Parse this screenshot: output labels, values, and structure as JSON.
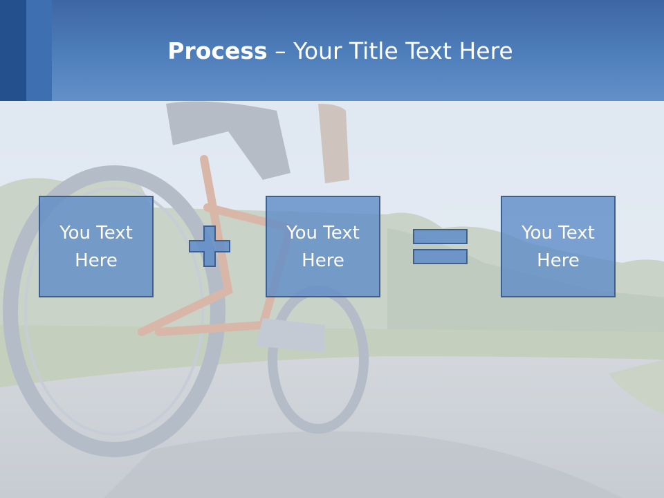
{
  "slide": {
    "title_bold": "Process",
    "title_rest": " – Your Title Text Here"
  },
  "process": {
    "steps": [
      {
        "line1": "You Text",
        "line2": "Here"
      },
      {
        "line1": "You Text",
        "line2": "Here"
      },
      {
        "line1": "You Text",
        "line2": "Here"
      }
    ],
    "operators": [
      "plus-icon",
      "equals-icon"
    ]
  },
  "colors": {
    "header": "#4f7fbb",
    "header_stripe_dark": "#24508e",
    "header_stripe_mid": "#3e6fb0",
    "box_fill": "#5f8cc8",
    "box_border": "#3d5f8e",
    "text": "#ffffff"
  }
}
